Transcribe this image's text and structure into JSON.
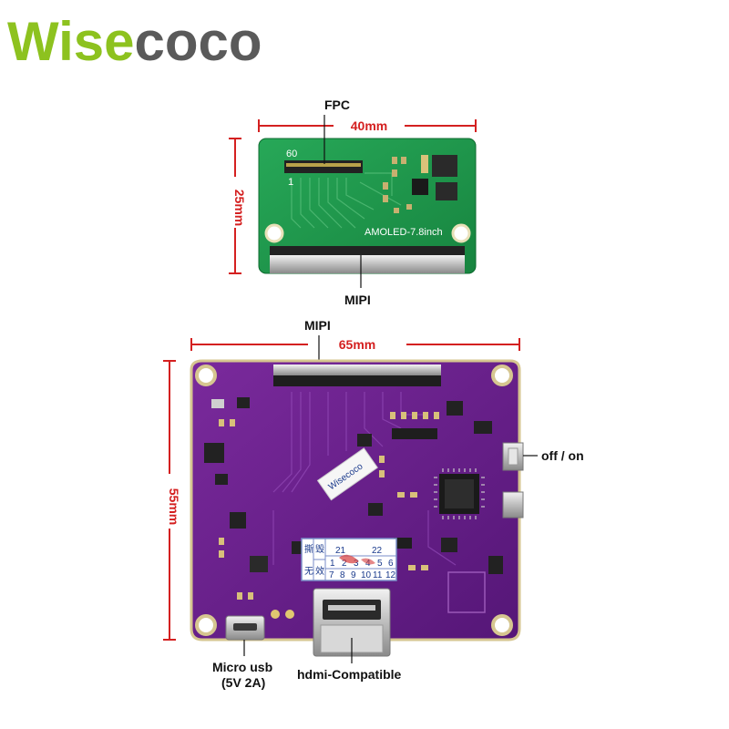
{
  "brand": {
    "logo_text": "Wisecoco",
    "logo_prefix": "Wise",
    "logo_suffix": "coco",
    "colors": {
      "green": "#8dc21f",
      "gray": "#5a5a5a"
    }
  },
  "small_board": {
    "name": "AMOLED-7.8inch",
    "pin_first": "60",
    "pin_last": "1",
    "label_top": "FPC",
    "label_bottom": "MIPI",
    "width_label": "40mm",
    "height_label": "25mm",
    "color": "#1f9a4c"
  },
  "large_board": {
    "label_top": "MIPI",
    "width_label": "65mm",
    "height_label": "55mm",
    "switch_label": "off / on",
    "usb_label_line1": "Micro usb",
    "usb_label_line2": "(5V 2A)",
    "hdmi_label": "hdmi-Compatible",
    "sticker_text": "Wisecoco",
    "warranty_chars": [
      "撕",
      "毁",
      "无",
      "效"
    ],
    "warranty_numbers_top": [
      "21",
      "22"
    ],
    "warranty_numbers_mid": [
      "1",
      "2",
      "3",
      "4",
      "5",
      "6"
    ],
    "warranty_numbers_bottom": [
      "7",
      "8",
      "9",
      "10",
      "11",
      "12"
    ],
    "color": "#6a1f8a"
  },
  "dimension_color": "#d42020"
}
